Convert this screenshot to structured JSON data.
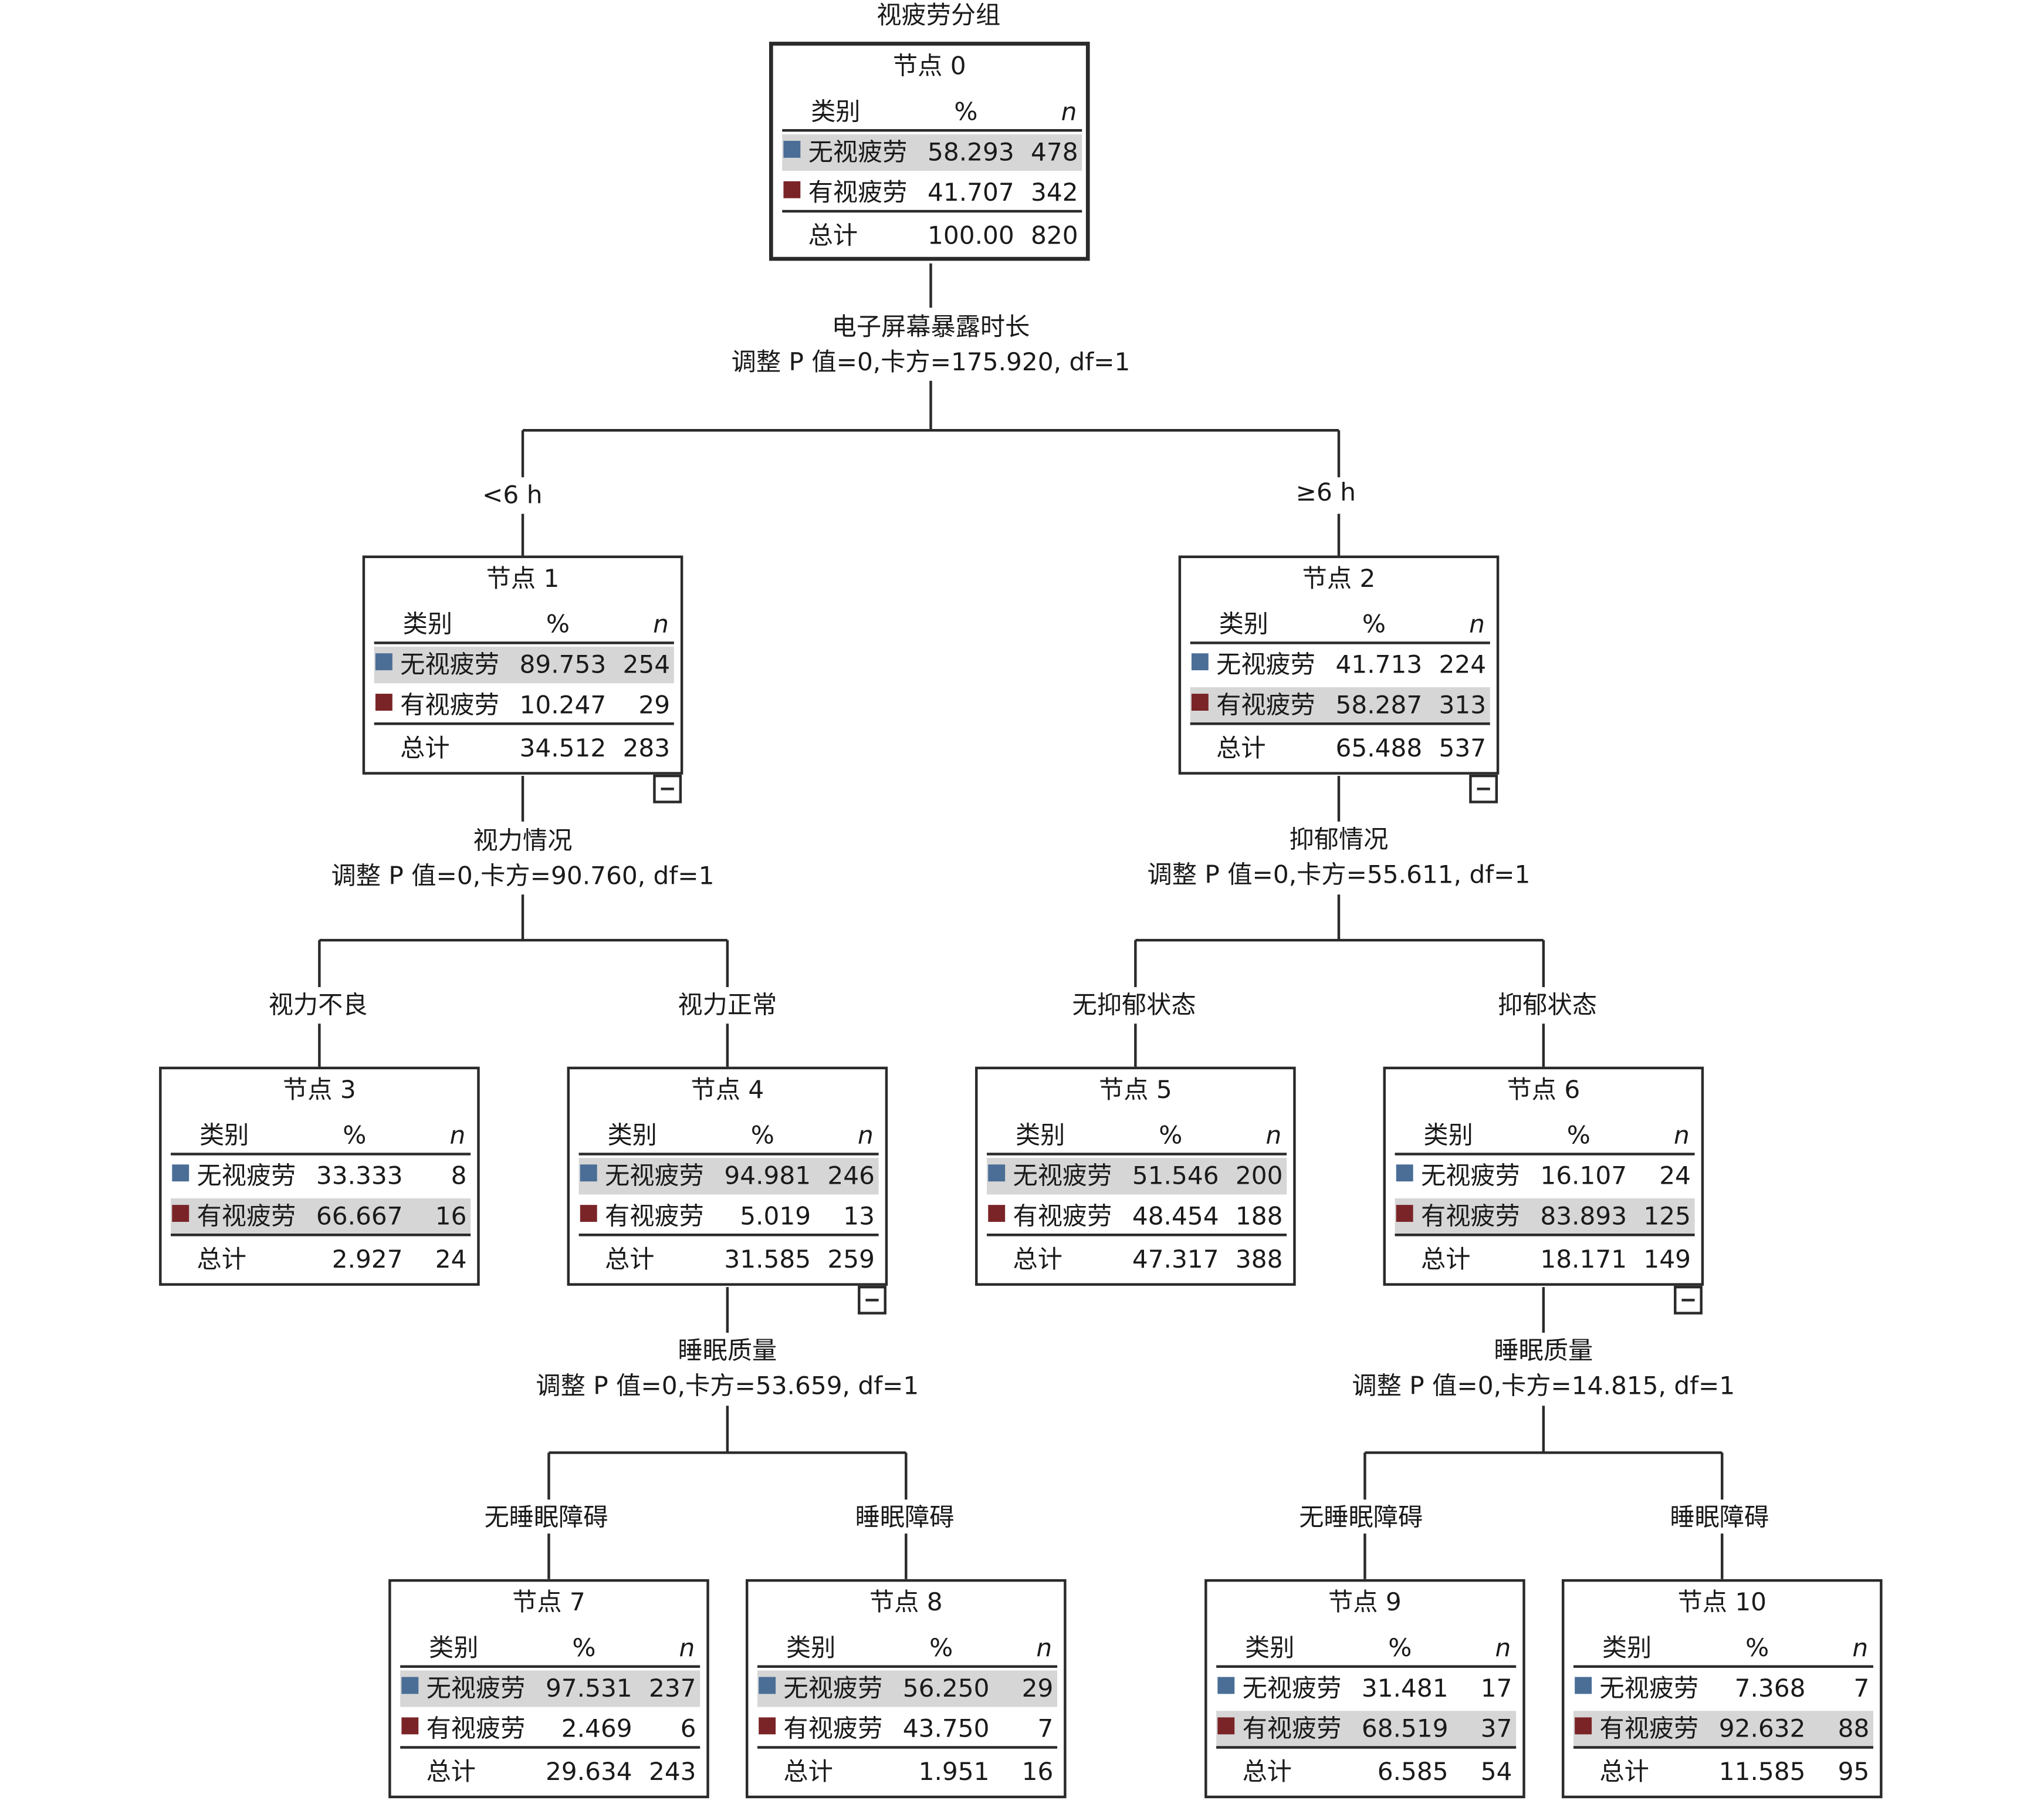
{
  "title": "视疲劳分组",
  "header": {
    "category": "类别",
    "percent": "%",
    "n": "n"
  },
  "class_colors": {
    "无视疲劳": "#4a6e96",
    "有视疲劳": "#7a2428"
  },
  "nodes": [
    {
      "label": "节点 0",
      "highlight": 0,
      "rows": [
        {
          "label": "无视疲劳",
          "percent": "58.293",
          "n": "478"
        },
        {
          "label": "有视疲劳",
          "percent": "41.707",
          "n": "342"
        }
      ],
      "total": {
        "label": "总计",
        "percent": "100.00",
        "n": "820"
      }
    },
    {
      "label": "节点 1",
      "highlight": 0,
      "rows": [
        {
          "label": "无视疲劳",
          "percent": "89.753",
          "n": "254"
        },
        {
          "label": "有视疲劳",
          "percent": "10.247",
          "n": "29"
        }
      ],
      "total": {
        "label": "总计",
        "percent": "34.512",
        "n": "283"
      }
    },
    {
      "label": "节点 2",
      "highlight": 1,
      "rows": [
        {
          "label": "无视疲劳",
          "percent": "41.713",
          "n": "224"
        },
        {
          "label": "有视疲劳",
          "percent": "58.287",
          "n": "313"
        }
      ],
      "total": {
        "label": "总计",
        "percent": "65.488",
        "n": "537"
      }
    },
    {
      "label": "节点 3",
      "highlight": 1,
      "rows": [
        {
          "label": "无视疲劳",
          "percent": "33.333",
          "n": "8"
        },
        {
          "label": "有视疲劳",
          "percent": "66.667",
          "n": "16"
        }
      ],
      "total": {
        "label": "总计",
        "percent": "2.927",
        "n": "24"
      }
    },
    {
      "label": "节点 4",
      "highlight": 0,
      "rows": [
        {
          "label": "无视疲劳",
          "percent": "94.981",
          "n": "246"
        },
        {
          "label": "有视疲劳",
          "percent": "5.019",
          "n": "13"
        }
      ],
      "total": {
        "label": "总计",
        "percent": "31.585",
        "n": "259"
      }
    },
    {
      "label": "节点 5",
      "highlight": 0,
      "rows": [
        {
          "label": "无视疲劳",
          "percent": "51.546",
          "n": "200"
        },
        {
          "label": "有视疲劳",
          "percent": "48.454",
          "n": "188"
        }
      ],
      "total": {
        "label": "总计",
        "percent": "47.317",
        "n": "388"
      }
    },
    {
      "label": "节点 6",
      "highlight": 1,
      "rows": [
        {
          "label": "无视疲劳",
          "percent": "16.107",
          "n": "24"
        },
        {
          "label": "有视疲劳",
          "percent": "83.893",
          "n": "125"
        }
      ],
      "total": {
        "label": "总计",
        "percent": "18.171",
        "n": "149"
      }
    },
    {
      "label": "节点 7",
      "highlight": 0,
      "rows": [
        {
          "label": "无视疲劳",
          "percent": "97.531",
          "n": "237"
        },
        {
          "label": "有视疲劳",
          "percent": "2.469",
          "n": "6"
        }
      ],
      "total": {
        "label": "总计",
        "percent": "29.634",
        "n": "243"
      }
    },
    {
      "label": "节点 8",
      "highlight": 0,
      "rows": [
        {
          "label": "无视疲劳",
          "percent": "56.250",
          "n": "29"
        },
        {
          "label": "有视疲劳",
          "percent": "43.750",
          "n": "7"
        }
      ],
      "total": {
        "label": "总计",
        "percent": "1.951",
        "n": "16"
      }
    },
    {
      "label": "节点 9",
      "highlight": 1,
      "rows": [
        {
          "label": "无视疲劳",
          "percent": "31.481",
          "n": "17"
        },
        {
          "label": "有视疲劳",
          "percent": "68.519",
          "n": "37"
        }
      ],
      "total": {
        "label": "总计",
        "percent": "6.585",
        "n": "54"
      }
    },
    {
      "label": "节点 10",
      "highlight": 1,
      "rows": [
        {
          "label": "无视疲劳",
          "percent": "7.368",
          "n": "7"
        },
        {
          "label": "有视疲劳",
          "percent": "92.632",
          "n": "88"
        }
      ],
      "total": {
        "label": "总计",
        "percent": "11.585",
        "n": "95"
      }
    }
  ],
  "splits": [
    {
      "variable": "电子屏幕暴露时长",
      "stats": "调整 P 值=0,卡方=175.920, df=1"
    },
    {
      "variable": "视力情况",
      "stats": "调整 P 值=0,卡方=90.760, df=1"
    },
    {
      "variable": "抑郁情况",
      "stats": "调整 P 值=0,卡方=55.611, df=1"
    },
    {
      "variable": "睡眠质量",
      "stats": "调整 P 值=0,卡方=53.659, df=1"
    },
    {
      "variable": "睡眠质量",
      "stats": "调整 P 值=0,卡方=14.815, df=1"
    }
  ],
  "branches": [
    "<6 h",
    "≥6 h",
    "视力不良",
    "视力正常",
    "无抑郁状态",
    "抑郁状态",
    "无睡眠障碍",
    "睡眠障碍",
    "无睡眠障碍",
    "睡眠障碍"
  ]
}
